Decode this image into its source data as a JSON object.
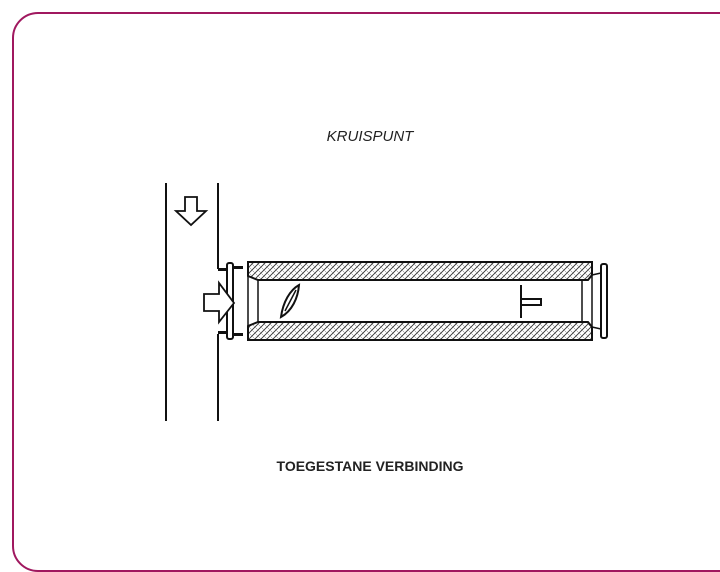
{
  "diagram": {
    "title": "KRUISPUNT",
    "caption": "TOEGESTANE VERBINDING",
    "border_color": "#a0185f",
    "line_color": "#111111",
    "icons": {
      "flow_down": "arrow-down-outline",
      "flow_right": "arrow-right-outline",
      "damper": "butterfly-damper",
      "regulator": "t-regulator"
    }
  }
}
